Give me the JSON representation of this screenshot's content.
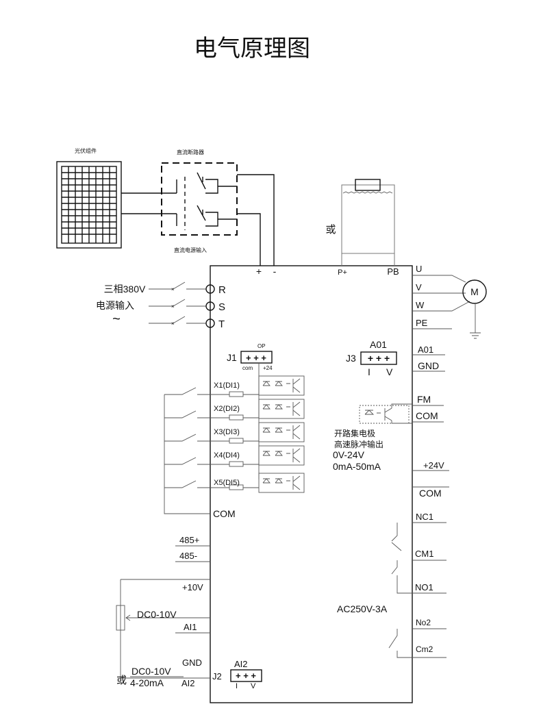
{
  "title": "电气原理图",
  "pv": {
    "module_label": "光伏组件",
    "breaker_label": "直流断路器",
    "dc_input_label": "直流电源输入"
  },
  "dc_bus": {
    "plus": "+",
    "minus": "-"
  },
  "brake": {
    "or_label": "或",
    "pplus": "P+",
    "pb": "PB"
  },
  "supply": {
    "label_line1": "三相380V",
    "label_line2": "电源输入",
    "tilde": "~",
    "r": "R",
    "s": "S",
    "t": "T"
  },
  "motor": {
    "u": "U",
    "v": "V",
    "w": "W",
    "pe": "PE",
    "m": "M"
  },
  "j1": {
    "name": "J1",
    "op": "OP",
    "pins": "+ + +",
    "com": "com",
    "p24": "+24"
  },
  "digital_inputs": [
    "X1(DI1)",
    "X2(DI2)",
    "X3(DI3)",
    "X4(DI4)",
    "X5(DI5)"
  ],
  "com_left": "COM",
  "rs485": {
    "plus": "485+",
    "minus": "485-"
  },
  "analog": {
    "p10v": "+10V",
    "dc010v": "DC0-10V",
    "ai1": "AI1",
    "gnd": "GND",
    "or_label": "或",
    "dc010v_2": "DC0-10V",
    "ma420": "4-20mA",
    "ai2": "AI2"
  },
  "j2": {
    "name": "J2",
    "title": "AI2",
    "pins": "+ + +",
    "i": "I",
    "v": "V"
  },
  "j3": {
    "name": "J3",
    "title": "A01",
    "pins": "+ + +",
    "i": "I",
    "v": "V"
  },
  "right_side": {
    "a01": "A01",
    "gnd": "GND",
    "fm": "FM",
    "com1": "COM",
    "open_collector_1": "开路集电极",
    "open_collector_2": "高速脉冲输出",
    "range_v": "0V-24V",
    "range_ma": "0mA-50mA",
    "p24v": "+24V",
    "com2": "COM",
    "nc1": "NC1",
    "cm1": "CM1",
    "no1": "NO1",
    "relay_rating": "AC250V-3A",
    "no2": "No2",
    "cm2": "Cm2"
  }
}
